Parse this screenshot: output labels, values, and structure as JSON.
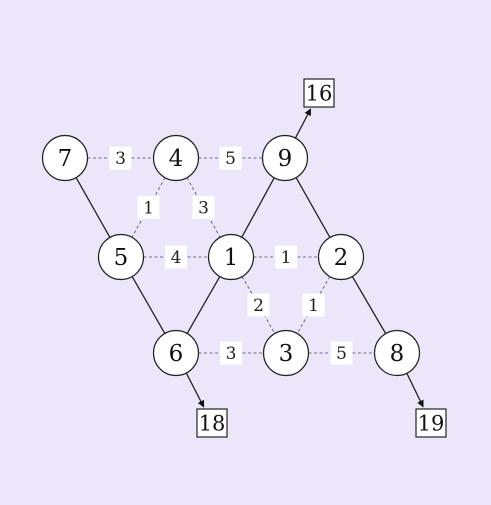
{
  "diagram": {
    "nodes": [
      {
        "id": "n7",
        "label": "7"
      },
      {
        "id": "n4",
        "label": "4"
      },
      {
        "id": "n9",
        "label": "9"
      },
      {
        "id": "n5",
        "label": "5"
      },
      {
        "id": "n1",
        "label": "1"
      },
      {
        "id": "n2",
        "label": "2"
      },
      {
        "id": "n6",
        "label": "6"
      },
      {
        "id": "n3",
        "label": "3"
      },
      {
        "id": "n8",
        "label": "8"
      }
    ],
    "line_sums": [
      {
        "id": "s16",
        "label": "16"
      },
      {
        "id": "s18",
        "label": "18"
      },
      {
        "id": "s19",
        "label": "19"
      }
    ],
    "weighted_edges": [
      {
        "from": "n7",
        "to": "n4",
        "weight": "3"
      },
      {
        "from": "n4",
        "to": "n9",
        "weight": "5"
      },
      {
        "from": "n4",
        "to": "n5",
        "weight": "1"
      },
      {
        "from": "n4",
        "to": "n1",
        "weight": "3"
      },
      {
        "from": "n5",
        "to": "n1",
        "weight": "4"
      },
      {
        "from": "n1",
        "to": "n2",
        "weight": "1"
      },
      {
        "from": "n1",
        "to": "n3",
        "weight": "2"
      },
      {
        "from": "n2",
        "to": "n3",
        "weight": "1"
      },
      {
        "from": "n6",
        "to": "n3",
        "weight": "3"
      },
      {
        "from": "n3",
        "to": "n8",
        "weight": "5"
      }
    ],
    "solid_lines": [
      {
        "from": "n7",
        "to": "n5"
      },
      {
        "from": "n5",
        "to": "n6"
      },
      {
        "from": "n6",
        "to": "s18"
      },
      {
        "from": "n6",
        "to": "n1"
      },
      {
        "from": "n1",
        "to": "n9"
      },
      {
        "from": "n9",
        "to": "s16"
      },
      {
        "from": "n9",
        "to": "n2"
      },
      {
        "from": "n2",
        "to": "n8"
      },
      {
        "from": "n8",
        "to": "s19"
      }
    ]
  }
}
